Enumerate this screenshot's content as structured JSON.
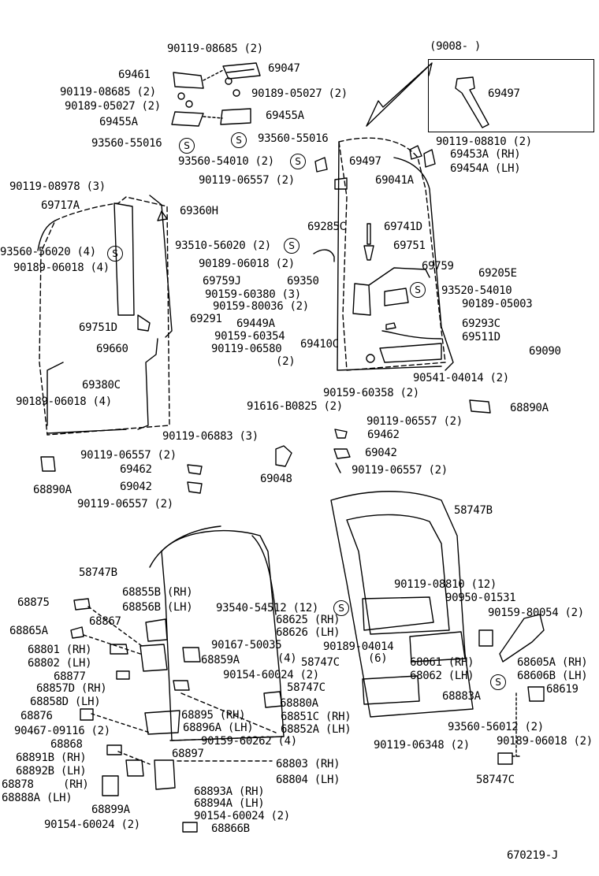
{
  "inset_label": "(9008-     )",
  "diagram_id": "670219-J",
  "s_mark": "S",
  "labels": [
    "90119-08685 (2)",
    "69047",
    "69461",
    "90119-08685 (2)",
    "90189-05027 (2)",
    "90189-05027 (2)",
    "69455A",
    "69455A",
    "93560-55016",
    "93560-55016",
    "69497",
    "90119-08810 (2)",
    "69453A (RH)",
    "69454A (LH)",
    "93560-54010 (2)",
    "69497",
    "90119-06557 (2)",
    "69041A",
    "90119-08978 (3)",
    "69717A",
    "69360H",
    "69285C",
    "69741D",
    "93510-56020 (2)",
    "69751",
    "93560-56020 (4)",
    "90189-06018 (2)",
    "69759",
    "69205E",
    "90189-06018 (4)",
    "69759J",
    "69350",
    "90159-60380 (3)",
    "93520-54010",
    "90159-80036 (2)",
    "90189-05003",
    "69291",
    "69449A",
    "69293C",
    "69751D",
    "90159-60354",
    "69410C",
    "69511D",
    "69660",
    "90119-06580",
    "69090",
    "(2)",
    "69380C",
    "90159-60358 (2)",
    "90541-04014 (2)",
    "90189-06018 (4)",
    "91616-B0825 (2)",
    "68890A",
    "90119-06557 (2)",
    "69462",
    "90119-06883 (3)",
    "90119-06557 (2)",
    "69042",
    "69462",
    "90119-06557 (2)",
    "68890A",
    "69042",
    "69048",
    "90119-06557 (2)",
    "58747B",
    "58747B",
    "68855B (RH)",
    "90119-08810 (12)",
    "68875",
    "68856B (LH)",
    "90950-01531",
    "68867",
    "93540-54512 (12)",
    "68625 (RH)",
    "90159-80054 (2)",
    "68865A",
    "68626 (LH)",
    "68801 (RH)",
    "90167-50035",
    "90189-04014",
    "68802 (LH)",
    "68859A",
    "(4)",
    "(6)",
    "58747C",
    "68061 (RH)",
    "68605A (RH)",
    "68606B (LH)",
    "68877",
    "90154-60024 (2)",
    "68062 (LH)",
    "68857D (RH)",
    "58747C",
    "68619",
    "68858D (LH)",
    "68880A",
    "68883A",
    "68876",
    "68895 (RH)",
    "68851C (RH)",
    "90467-09116 (2)",
    "68896A (LH)",
    "68852A (LH)",
    "93560-56012 (2)",
    "90159-60262 (4)",
    "90119-06348 (2)",
    "90189-06018 (2)",
    "68868",
    "68897",
    "68891B (RH)",
    "68803 (RH)",
    "68892B (LH)",
    "68804 (LH)",
    "58747C",
    "68878",
    "(RH)",
    "68888A (LH)",
    "68893A (RH)",
    "68899A",
    "68894A (LH)",
    "90154-60024 (2)",
    "90154-60024 (2)",
    "68866B"
  ]
}
